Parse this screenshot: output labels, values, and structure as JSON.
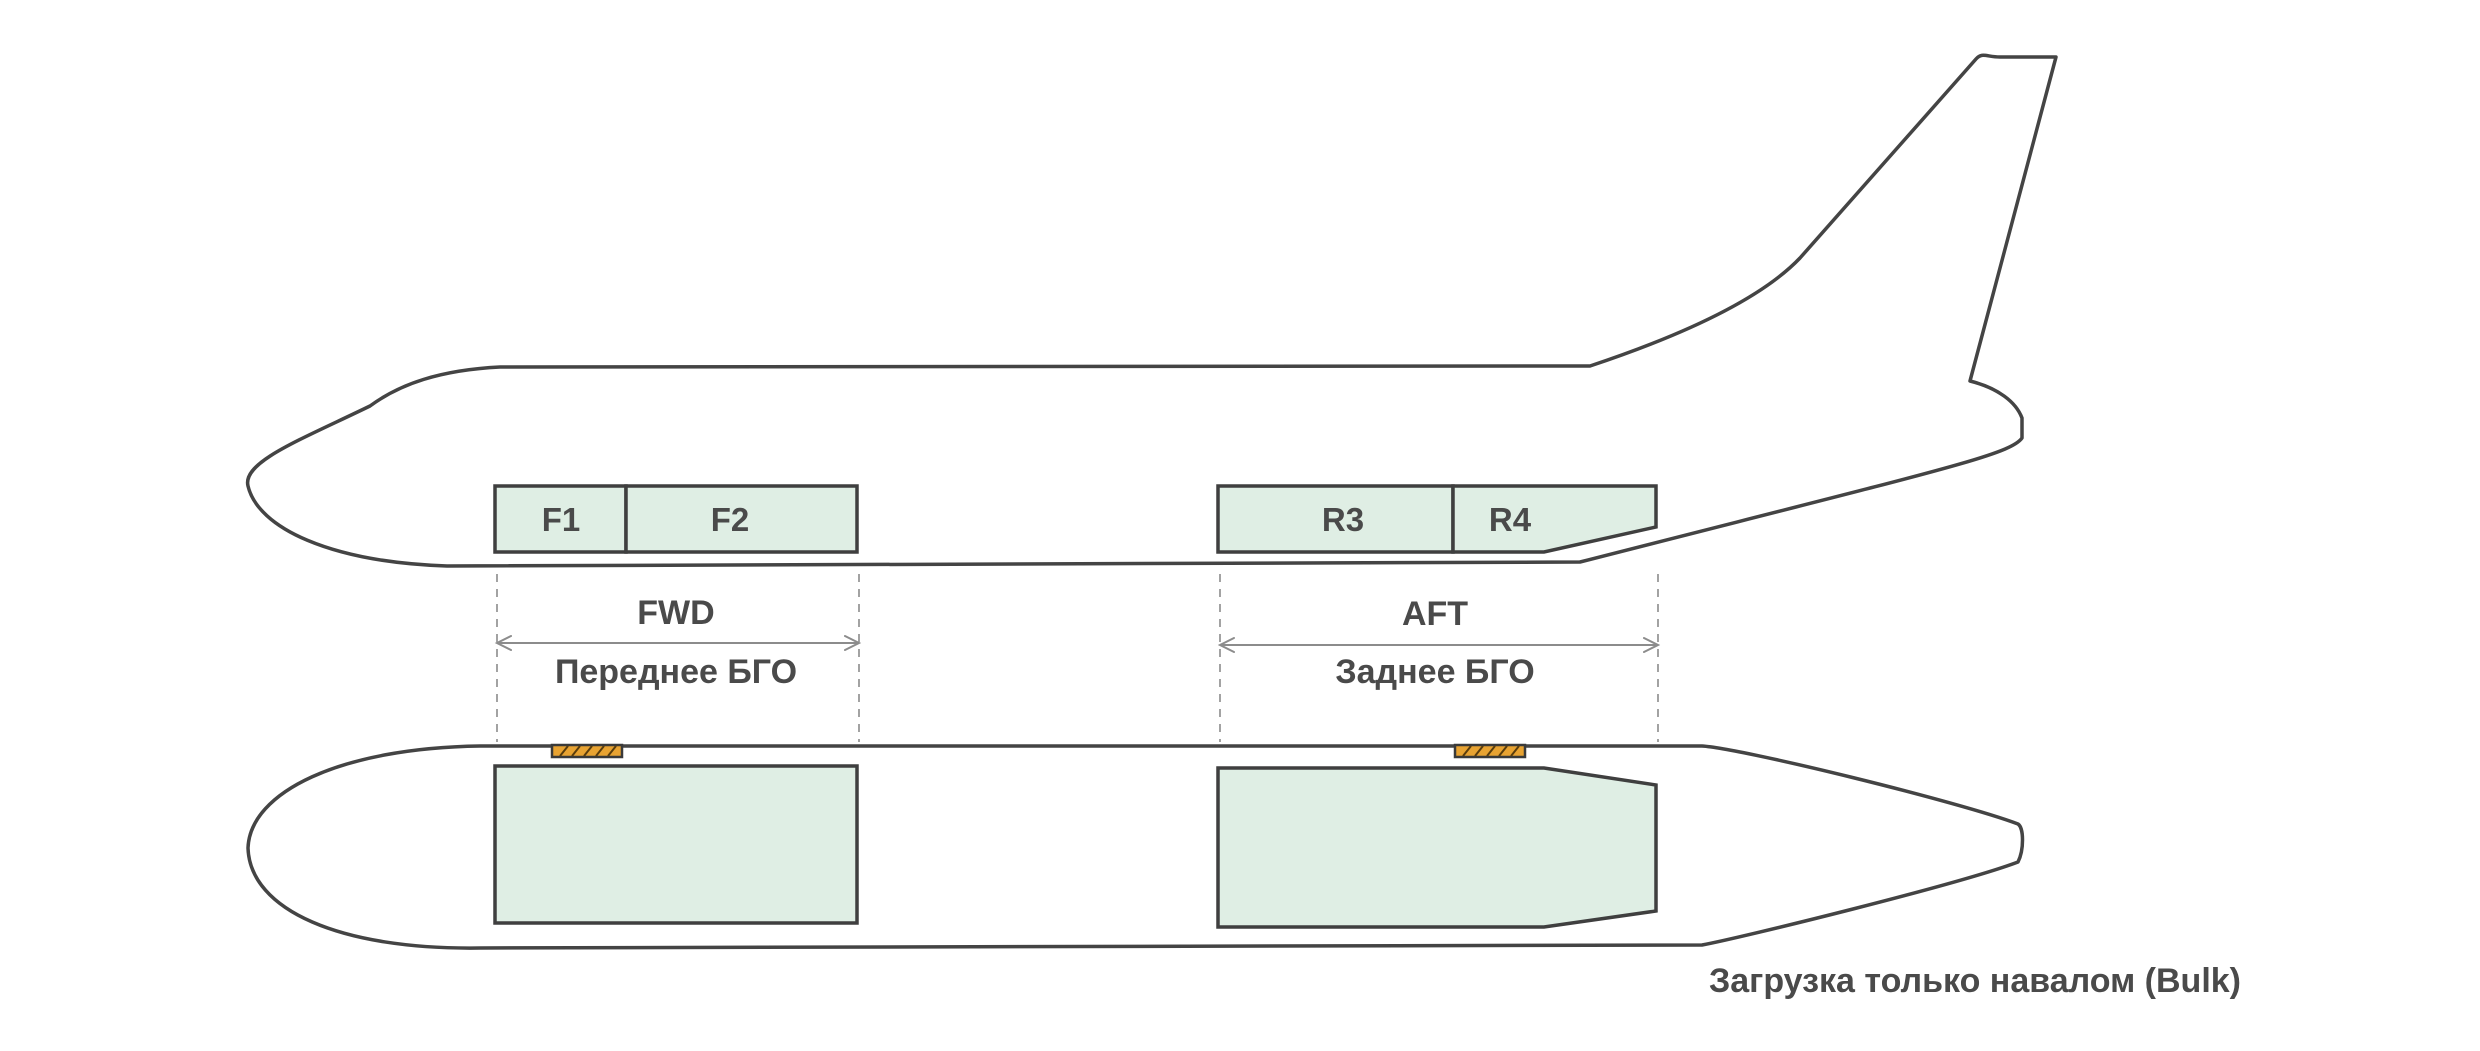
{
  "compartments": {
    "f1": "F1",
    "f2": "F2",
    "r3": "R3",
    "r4": "R4"
  },
  "forward_hold": {
    "code": "FWD",
    "name": "Переднее БГО"
  },
  "aft_hold": {
    "code": "AFT",
    "name": "Заднее БГО"
  },
  "caption": "Загрузка только навалом (Bulk)",
  "colors": {
    "hold_fill": "#dfeee4",
    "outline": "#444444",
    "door": "#e8a332",
    "text": "#4a4a4a"
  }
}
